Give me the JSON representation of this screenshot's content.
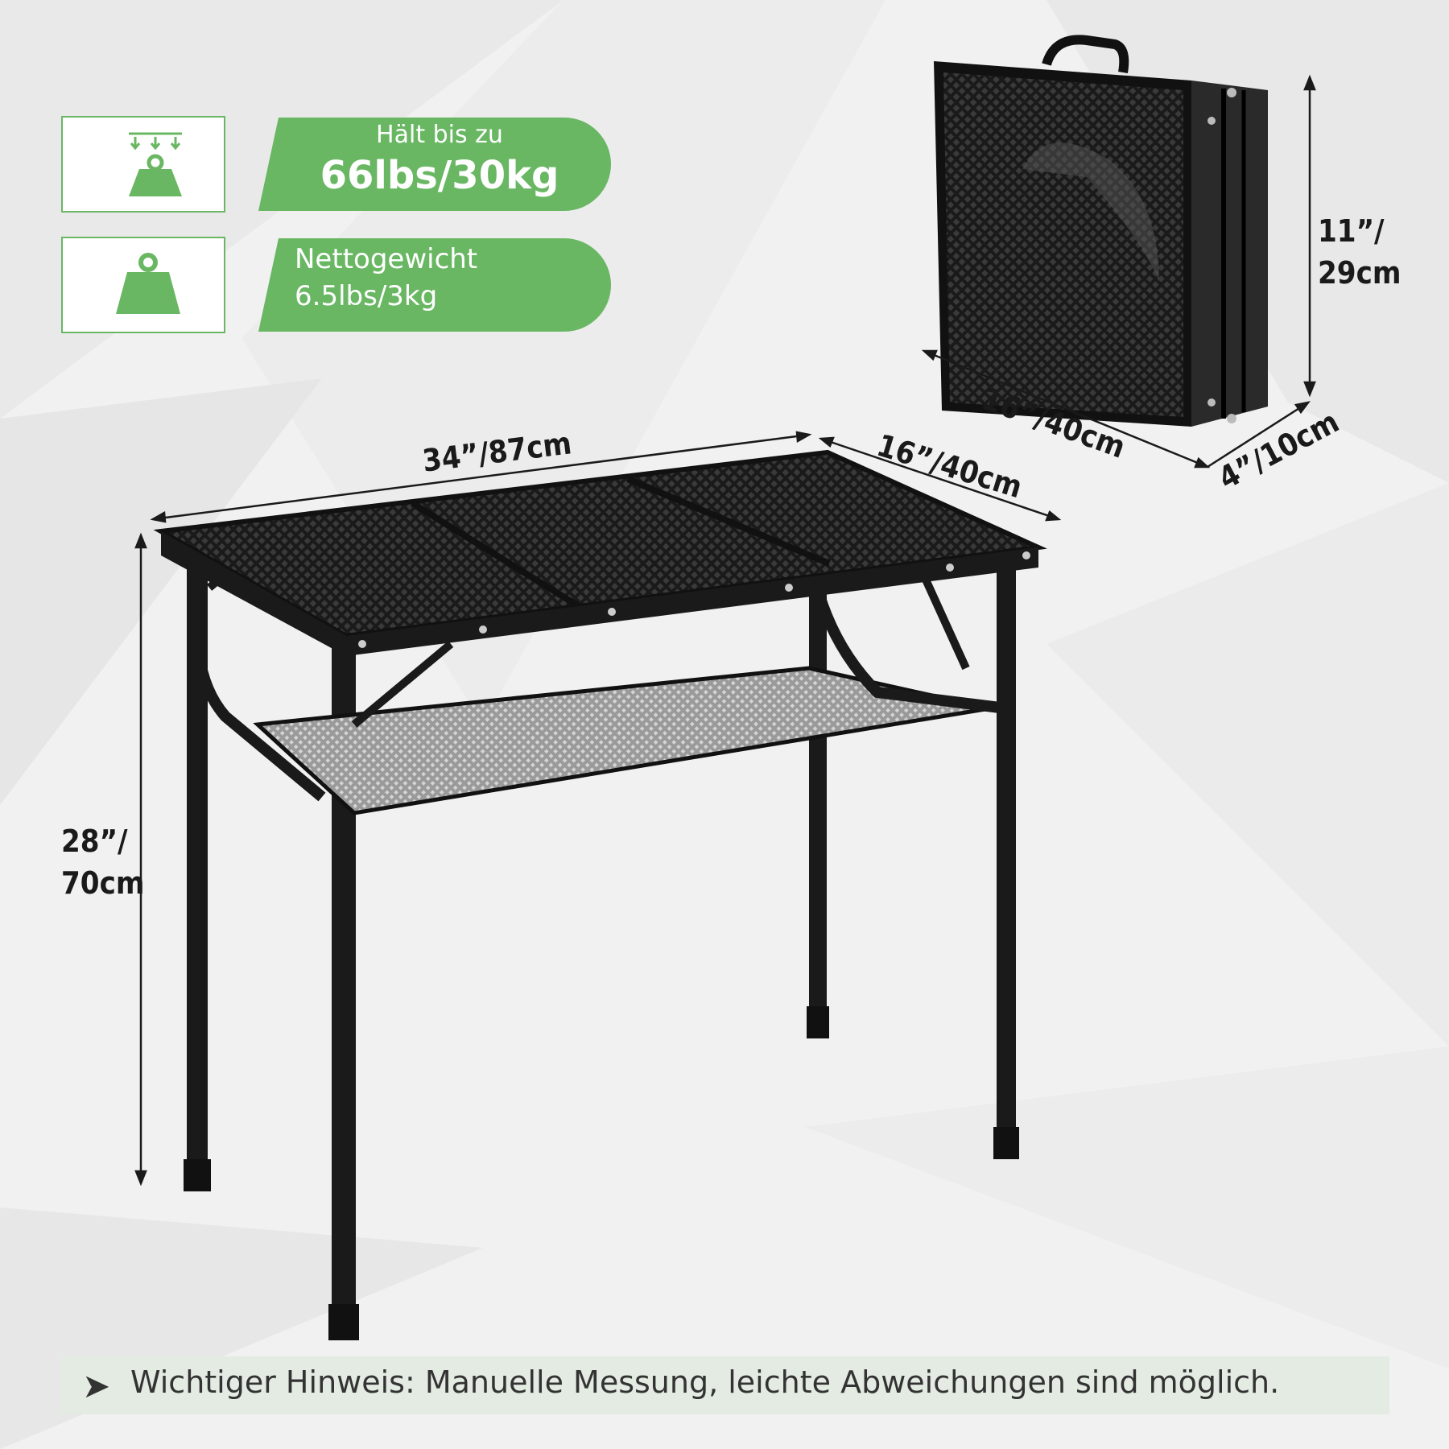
{
  "specs": {
    "load": {
      "line1": "Hält bis zu",
      "line2": "66lbs/30kg",
      "icon": "weight-load-icon"
    },
    "net_weight": {
      "line1": "Nettogewicht",
      "line2": "6.5lbs/3kg",
      "icon": "weight-icon"
    }
  },
  "dimensions": {
    "table_length": "34”/87cm",
    "table_depth": "16”/40cm",
    "table_height_a": "28”/",
    "table_height_b": "70cm",
    "folded_height_a": "11”/",
    "folded_height_b": "29cm",
    "folded_length": "16”/40cm",
    "folded_thickness": "4”/10cm"
  },
  "note": {
    "icon": "arrow-right-icon",
    "text": "Wichtiger Hinweis: Manuelle Messung, leichte Abweichungen sind möglich."
  },
  "colors": {
    "accent_green": "#69b763",
    "background": "#f1f1f1",
    "product": "#1c1c1c"
  }
}
